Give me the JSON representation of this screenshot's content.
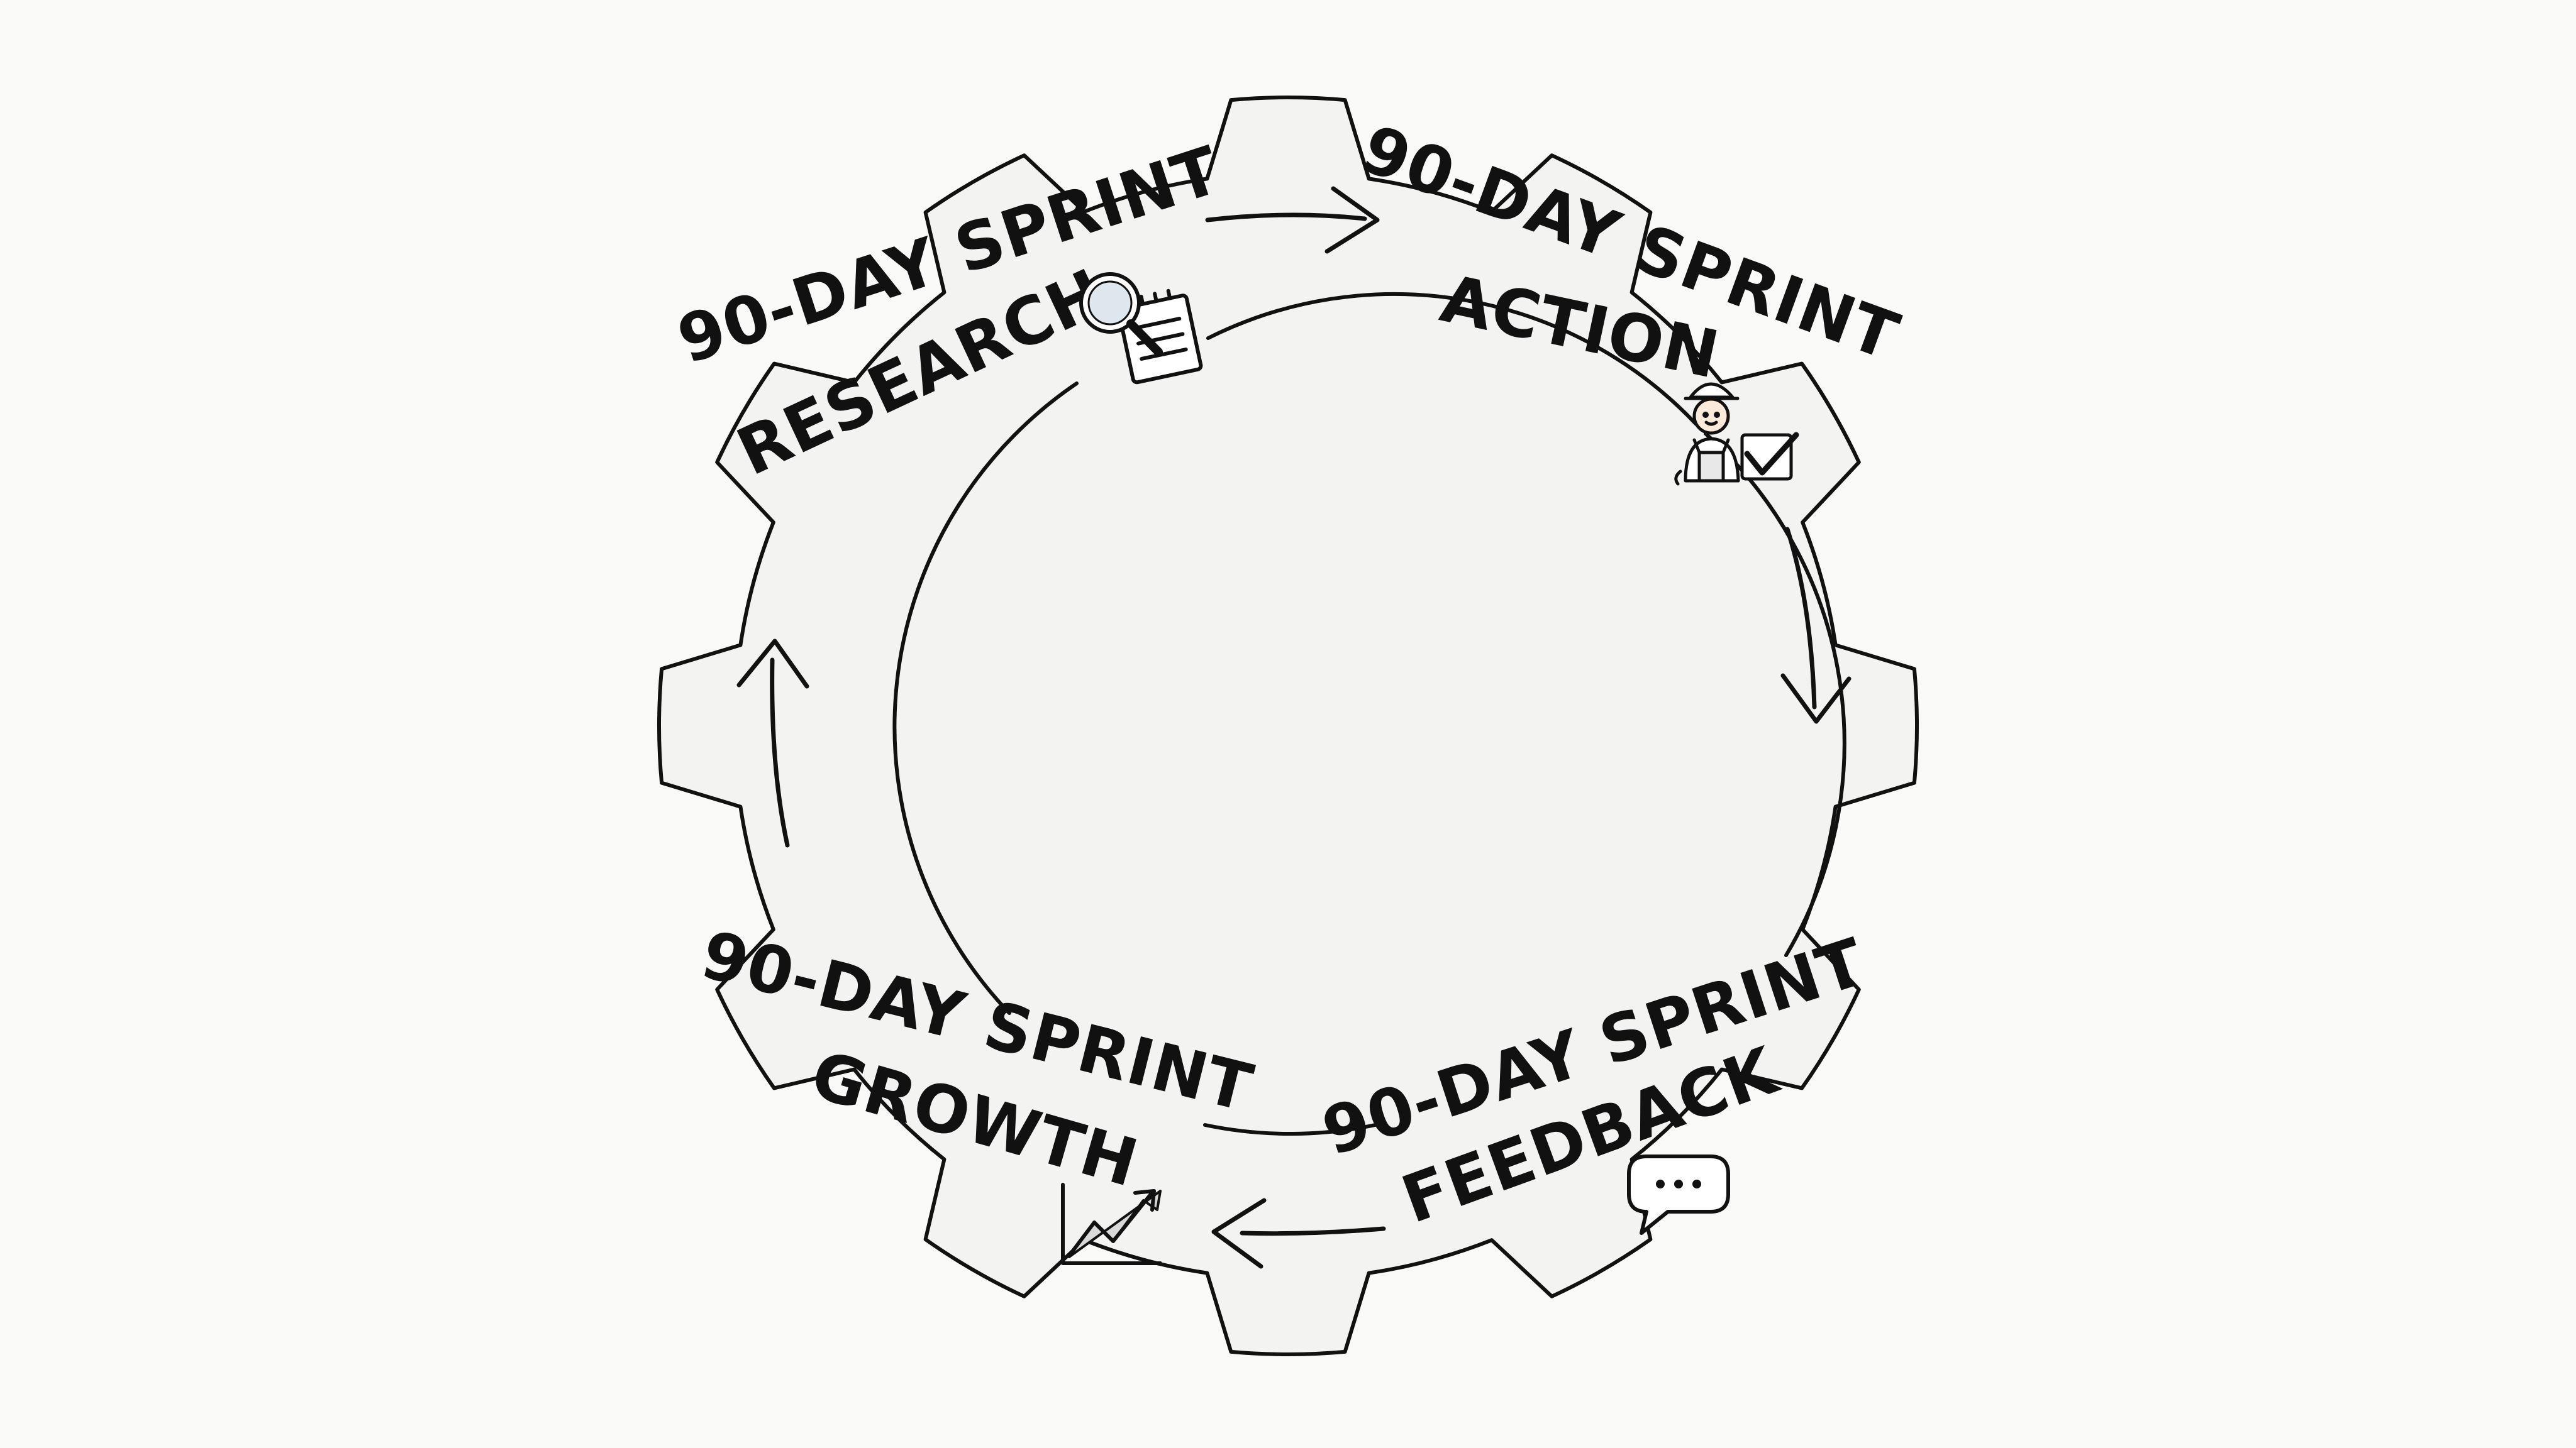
{
  "diagram": {
    "type": "gear-cycle",
    "stages": [
      {
        "id": "research",
        "line1": "90-DAY SPRINT",
        "line2": "RESEARCH",
        "icon": "magnifier-notepad-icon"
      },
      {
        "id": "action",
        "line1": "90-DAY SPRINT",
        "line2": "ACTION",
        "icon": "worker-checkbox-icon"
      },
      {
        "id": "feedback",
        "line1": "90-DAY SPRINT",
        "line2": "FEEDBACK",
        "icon": "speech-bubble-icon"
      },
      {
        "id": "growth",
        "line1": "90-DAY SPRINT",
        "line2": "GROWTH",
        "icon": "growth-chart-icon"
      }
    ],
    "flow": [
      "research",
      "action",
      "feedback",
      "growth",
      "research"
    ],
    "colors": {
      "stroke": "#111111",
      "gear_fill": "#f3f3f1",
      "background": "#f9f9f7"
    }
  }
}
